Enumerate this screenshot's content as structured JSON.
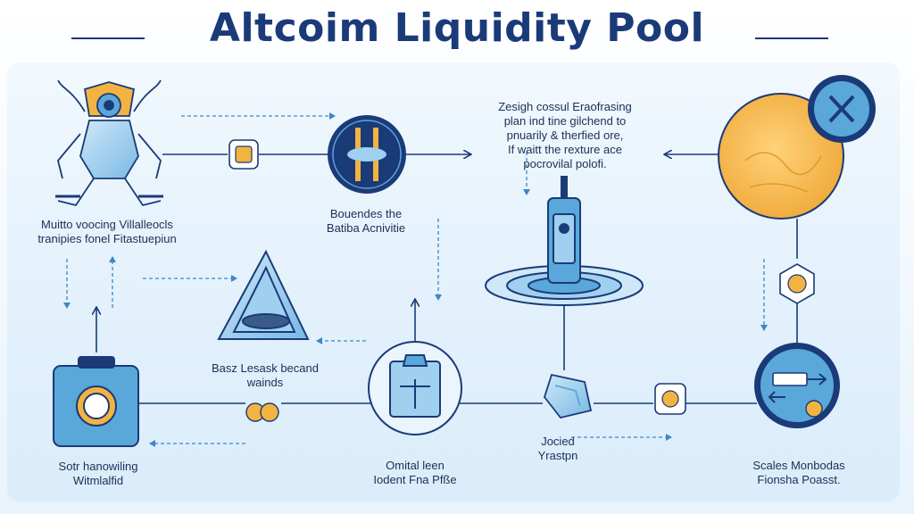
{
  "title": "Altcoim Liquidity Pool",
  "colors": {
    "navy": "#1b3a78",
    "light_blue": "#9fd0ef",
    "mid_blue": "#5aa7da",
    "gold": "#f2b340",
    "panel": "#dbeefa"
  },
  "labels": {
    "robot": [
      "Muitto voocing Villalleocls",
      "tranipies fonel Fitastuepiun"
    ],
    "coin_bridge": [
      "Bouendes the",
      "Batiba Acnivitie"
    ],
    "note": [
      "Zesigh cossul Eraofrasing",
      "plan ind tine gilchend to",
      "pnuarily & therfied ore,",
      "If waitt the rexture ace",
      "pocrovilal polofi."
    ],
    "prism": [
      "Basz Lesask becand",
      "wainds"
    ],
    "safe": [
      "Sotr hanowiling",
      "Witmlalfid"
    ],
    "center_box": [
      "Omital leen",
      "Iodent Fna Pfße"
    ],
    "ice": [
      "Jocied",
      "Yrastpn"
    ],
    "planet": [
      "Scales Monbodas",
      "Fionsha Poasst."
    ]
  },
  "icons": {
    "robot": "robot-icon",
    "coin_bridge": "dark-coin-icon",
    "small_coin_top": "gold-token-icon",
    "planet": "orange-planet-icon",
    "planet_badge": "globe-badge-icon",
    "bottle": "liquidity-bottle-icon",
    "ripple": "pool-ripple-icon",
    "hex_coin": "hex-coin-icon",
    "prism": "crystal-prism-icon",
    "safe": "coin-safe-icon",
    "center_box": "scale-box-icon",
    "ice": "ice-cube-icon",
    "small_coin_bottom": "gold-token-icon",
    "exchange": "exchange-circle-icon",
    "coins_pair": "coin-pair-icon"
  }
}
